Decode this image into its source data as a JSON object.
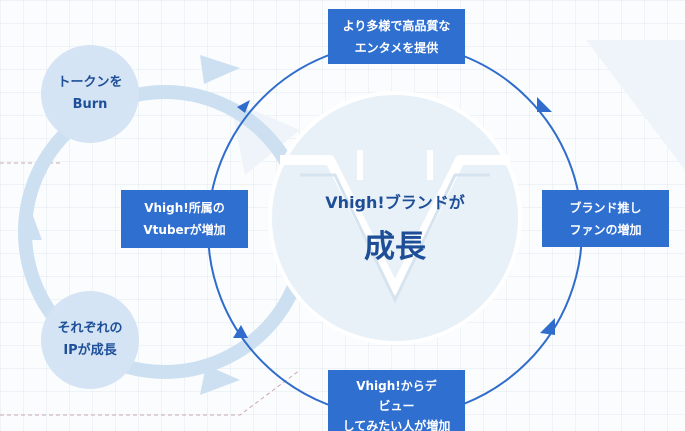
{
  "center": {
    "subtitle": "Vhigh!ブランドが",
    "title": "成長"
  },
  "boxes": {
    "top": {
      "line1": "より多様で高品質な",
      "line2": "エンタメを提供"
    },
    "right": {
      "line1": "ブランド推し",
      "line2": "ファンの増加"
    },
    "bottom": {
      "line1": "Vhigh!からデ",
      "line2": "ビュー",
      "line3": "してみたい人が増加"
    },
    "left": {
      "line1": "Vhigh!所属の",
      "line2": "Vtuberが増加"
    }
  },
  "bubbles": {
    "upper": {
      "line1": "トークンを",
      "line2": "Burn"
    },
    "lower": {
      "line1": "それぞれの",
      "line2": "IPが成長"
    }
  },
  "colors": {
    "box_fill": "#2f6fd0",
    "main_ring": "#2f6ccc",
    "outer_loop": "#cde0f1",
    "bubble_fill": "#d4e4f4",
    "center_fill": "#e8f1f8",
    "text_primary": "#1d4e97"
  }
}
